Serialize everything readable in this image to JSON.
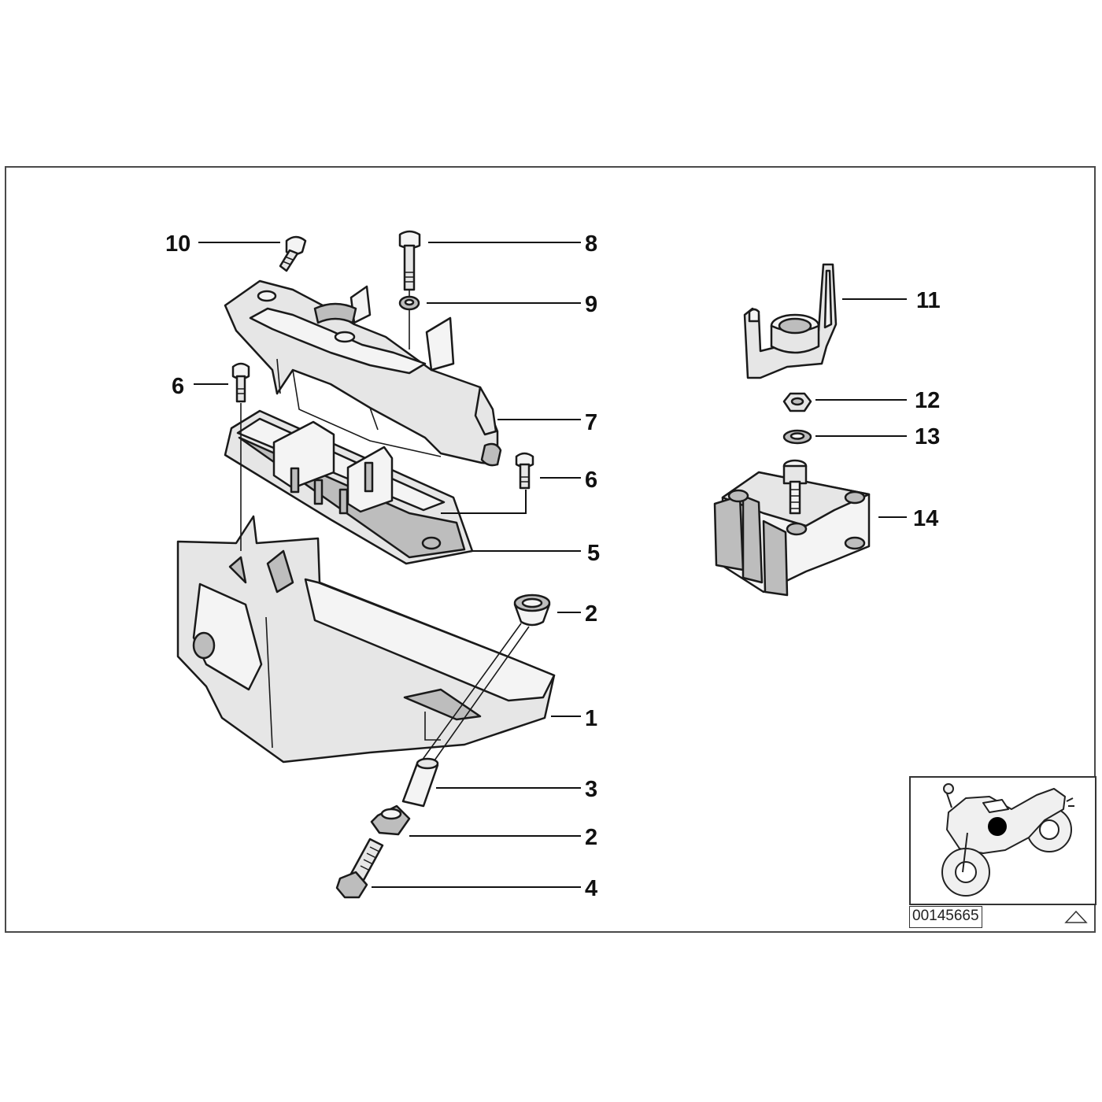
{
  "diagram": {
    "callouts": [
      {
        "id": "c10",
        "label": "10"
      },
      {
        "id": "c8",
        "label": "8"
      },
      {
        "id": "c9",
        "label": "9"
      },
      {
        "id": "c6a",
        "label": "6"
      },
      {
        "id": "c7",
        "label": "7"
      },
      {
        "id": "c6b",
        "label": "6"
      },
      {
        "id": "c5",
        "label": "5"
      },
      {
        "id": "c2a",
        "label": "2"
      },
      {
        "id": "c1",
        "label": "1"
      },
      {
        "id": "c3",
        "label": "3"
      },
      {
        "id": "c2b",
        "label": "2"
      },
      {
        "id": "c4",
        "label": "4"
      },
      {
        "id": "c11",
        "label": "11"
      },
      {
        "id": "c12",
        "label": "12"
      },
      {
        "id": "c13",
        "label": "13"
      },
      {
        "id": "c14",
        "label": "14"
      }
    ]
  },
  "reference": {
    "image_number": "00145665",
    "location_marker_color": "#000000"
  }
}
